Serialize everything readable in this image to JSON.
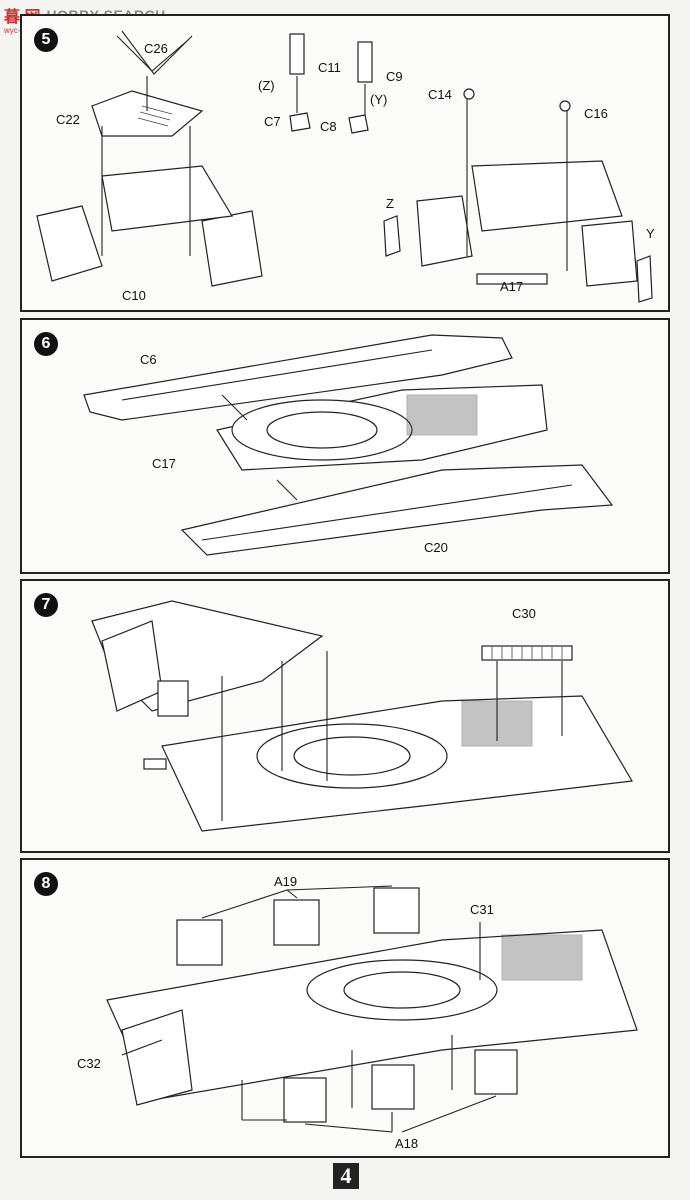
{
  "watermark": {
    "logo": "暮 网",
    "text": "HOBBY SEARCH",
    "url": "wyc-sinel.com"
  },
  "page_number": "4",
  "steps": [
    {
      "number": "5",
      "labels": {
        "c26": "C26",
        "c22": "C22",
        "c10": "C10",
        "c11": "C11",
        "c9": "C9",
        "z_paren": "(Z)",
        "y_paren": "(Y)",
        "c7": "C7",
        "c8": "C8",
        "c14": "C14",
        "c16": "C16",
        "z": "Z",
        "y": "Y",
        "a17": "A17"
      }
    },
    {
      "number": "6",
      "labels": {
        "c6": "C6",
        "c17": "C17",
        "c20": "C20"
      }
    },
    {
      "number": "7",
      "labels": {
        "c30": "C30"
      }
    },
    {
      "number": "8",
      "labels": {
        "a19": "A19",
        "c31": "C31",
        "c32": "C32",
        "a18": "A18"
      }
    }
  ]
}
